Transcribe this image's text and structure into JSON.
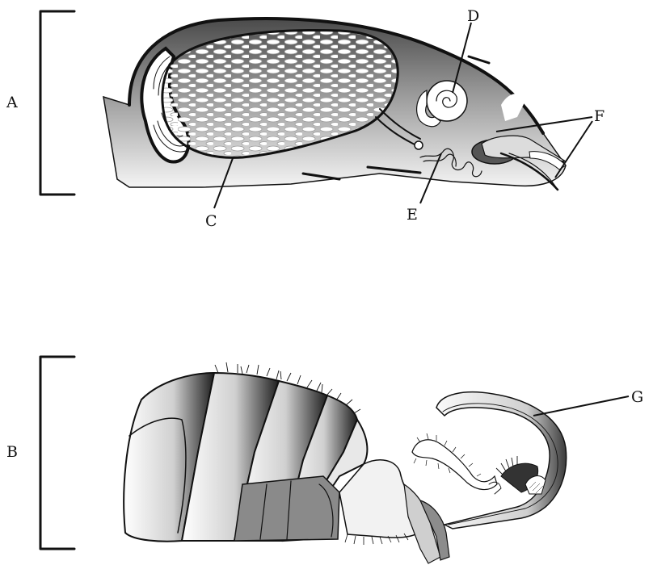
{
  "figure": {
    "panels": [
      {
        "label": "A",
        "callouts": [
          "C",
          "D",
          "E",
          "F"
        ]
      },
      {
        "label": "B",
        "callouts": [
          "G"
        ]
      }
    ]
  }
}
